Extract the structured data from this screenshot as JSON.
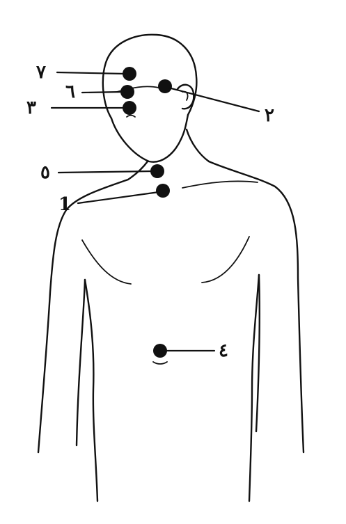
{
  "diagram": {
    "points": [
      {
        "id": "point-7",
        "label": "٧"
      },
      {
        "id": "point-6",
        "label": "٦"
      },
      {
        "id": "point-3",
        "label": "٣"
      },
      {
        "id": "point-2",
        "label": "٢"
      },
      {
        "id": "point-5",
        "label": "٥"
      },
      {
        "id": "point-1",
        "label": "1"
      },
      {
        "id": "point-4",
        "label": "٤"
      }
    ]
  }
}
